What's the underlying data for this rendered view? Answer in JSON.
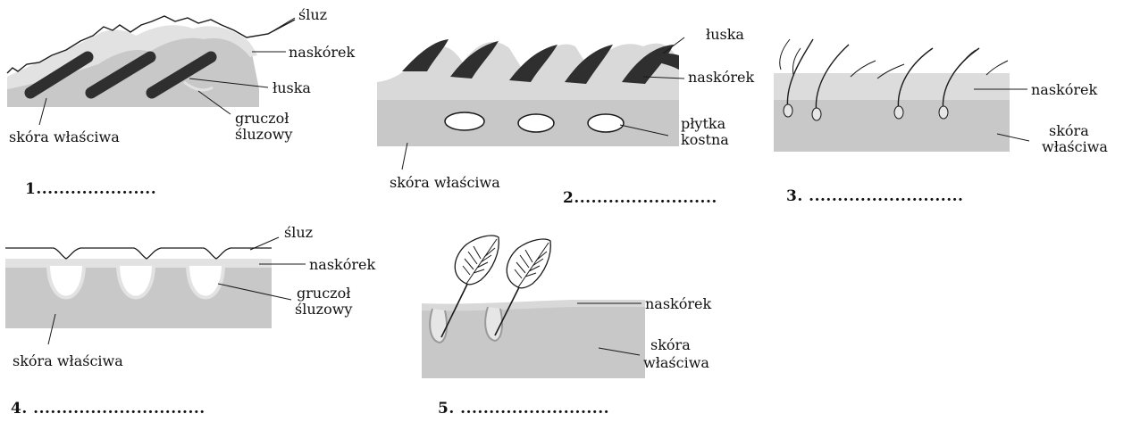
{
  "colors": {
    "tissue": "#c8c8c8",
    "epidermis": "#e2e2e2",
    "scale": "#2f2f2f",
    "line": "#1a1a1a",
    "background": "#ffffff"
  },
  "diagrams": [
    {
      "id": 1,
      "number": "1.....................",
      "labels": {
        "sluz": "śluz",
        "naskorek": "naskórek",
        "luska": "łuska",
        "gruczol_1": "gruczoł",
        "gruczol_2": "śluzowy",
        "skora": "skóra właściwa"
      }
    },
    {
      "id": 2,
      "number": "2.........................",
      "labels": {
        "luska": "łuska",
        "naskorek": "naskórek",
        "plytka_1": "płytka",
        "plytka_2": "kostna",
        "skora": "skóra właściwa"
      }
    },
    {
      "id": 3,
      "number": "3. ...........................",
      "labels": {
        "naskorek": "naskórek",
        "skora_1": "skóra",
        "skora_2": "właściwa"
      }
    },
    {
      "id": 4,
      "number": "4. ..............................",
      "labels": {
        "sluz": "śluz",
        "naskorek": "naskórek",
        "gruczol_1": "gruczoł",
        "gruczol_2": "śluzowy",
        "skora": "skóra właściwa"
      }
    },
    {
      "id": 5,
      "number": "5. ..........................",
      "labels": {
        "naskorek": "naskórek",
        "skora_1": "skóra",
        "skora_2": "właściwa"
      }
    }
  ]
}
